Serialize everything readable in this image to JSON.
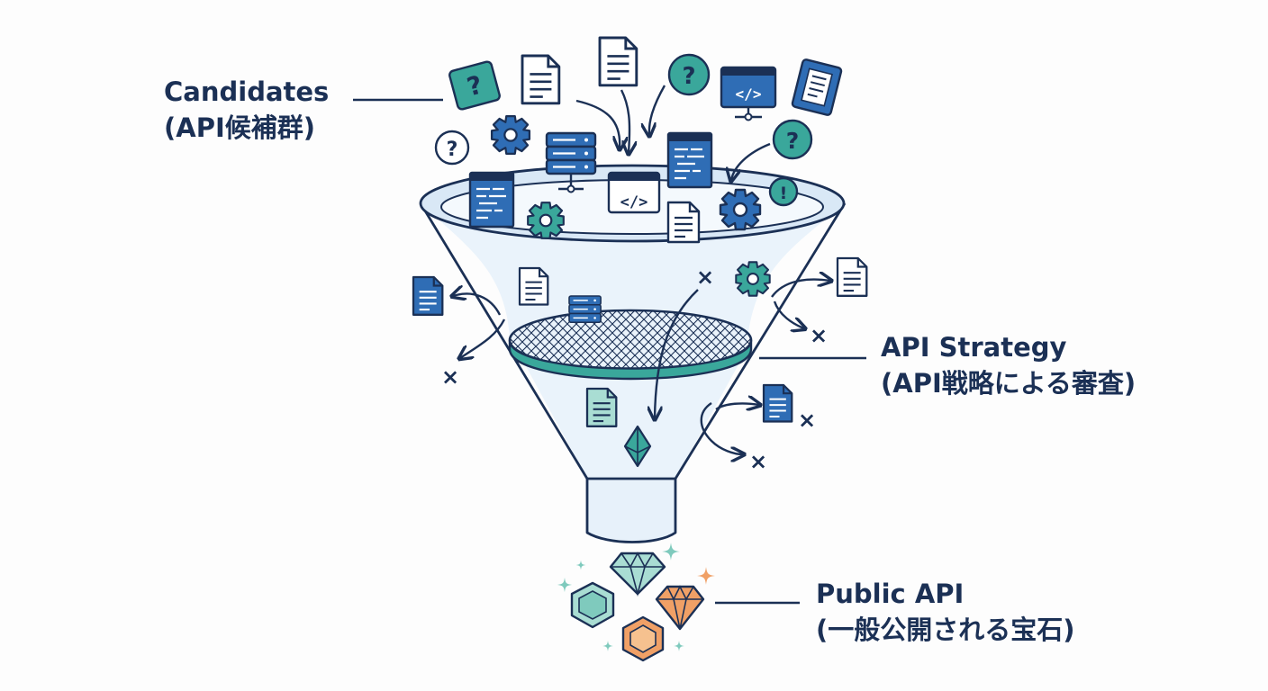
{
  "labels": {
    "candidates": {
      "line1": "Candidates",
      "line2": "(API候補群)"
    },
    "strategy": {
      "line1": "API Strategy",
      "line2": "(API戦略による審査)"
    },
    "public": {
      "line1": "Public API",
      "line2": "(一般公開される宝石)"
    }
  },
  "icons": {
    "code_symbol": "</>",
    "question_mark": "?",
    "exclamation_mark": "!",
    "reject_mark": "×"
  },
  "colors": {
    "navy": "#1b3055",
    "blue": "#2f6db5",
    "teal": "#3aa79b",
    "teal_light": "#a9ddd3",
    "funnel_fill": "#eaf3fb",
    "orange": "#f0a066"
  }
}
